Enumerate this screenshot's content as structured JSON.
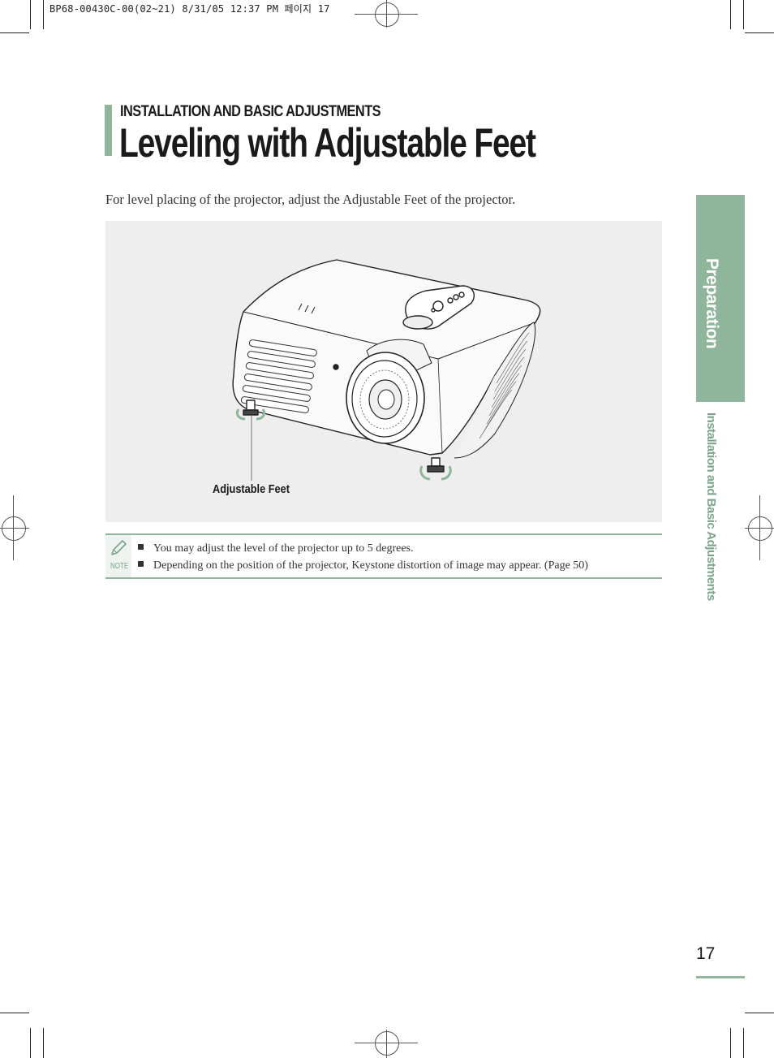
{
  "print_header": "BP68-00430C-00(02~21)  8/31/05  12:37 PM 페이지 17",
  "section_kicker": "INSTALLATION AND BASIC ADJUSTMENTS",
  "page_title": "Leveling with Adjustable Feet",
  "intro": "For level placing of the projector, adjust the Adjustable Feet of the projector.",
  "figure": {
    "label": "Adjustable Feet"
  },
  "note": {
    "label": "NOTE",
    "items": [
      "You may adjust the level of the projector up to 5 degrees.",
      "Depending on the position of the projector, Keystone distortion of image may appear. (Page 50)"
    ]
  },
  "side_tab": {
    "title": "Preparation",
    "subtitle": "Installation and Basic Adjustments"
  },
  "page_number": "17",
  "colors": {
    "accent": "#8fb59b",
    "figure_bg": "#eeeeee"
  }
}
